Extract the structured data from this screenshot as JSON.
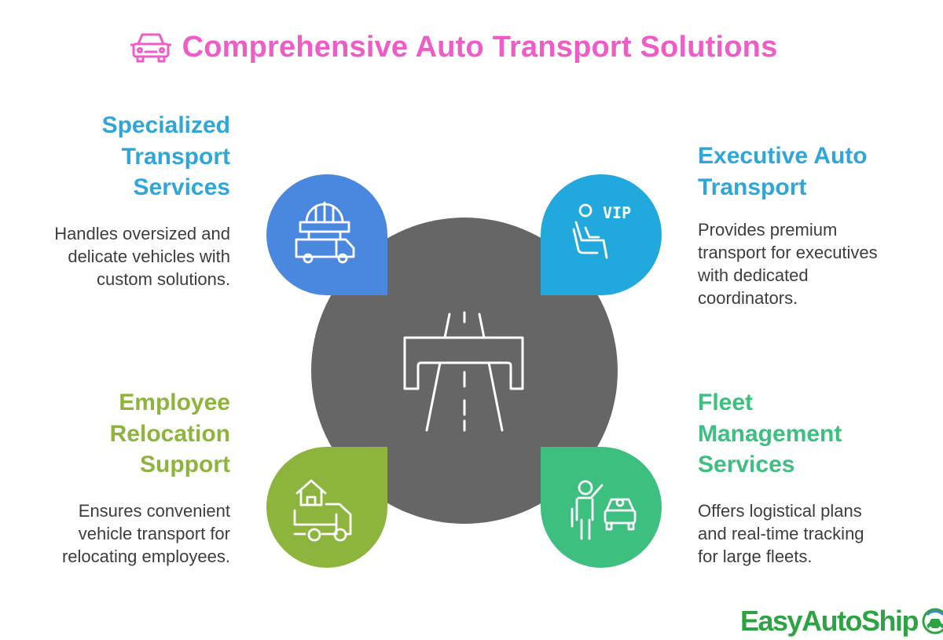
{
  "title": {
    "text": "Comprehensive Auto Transport Solutions",
    "icon": "car-front-icon",
    "color": "#ee5cc7"
  },
  "center": {
    "icon": "highway-overpass-icon",
    "color": "#666666"
  },
  "quadrants": [
    {
      "heading": [
        "Specialized",
        "Transport",
        "Services"
      ],
      "description": [
        "Handles oversized and",
        "delicate vehicles with",
        "custom solutions."
      ],
      "icon": "oversized-truck-icon",
      "color": "#4a87de",
      "heading_color": "#2fa6da"
    },
    {
      "heading": [
        "Executive Auto",
        "Transport"
      ],
      "description": [
        "Provides premium",
        "transport for executives",
        "with dedicated",
        "coordinators."
      ],
      "icon": "vip-seat-icon",
      "icon_text": "VIP",
      "color": "#21a8dc",
      "heading_color": "#2fa6da"
    },
    {
      "heading": [
        "Employee",
        "Relocation",
        "Support"
      ],
      "description": [
        "Ensures convenient",
        "vehicle transport for",
        "relocating employees."
      ],
      "icon": "moving-truck-home-icon",
      "color": "#8db43c",
      "heading_color": "#8db43c"
    },
    {
      "heading": [
        "Fleet",
        "Management",
        "Services"
      ],
      "description": [
        "Offers logistical plans",
        "and real-time tracking",
        "for large fleets."
      ],
      "icon": "fleet-manager-icon",
      "color": "#3dbf80",
      "heading_color": "#3dbf80"
    }
  ],
  "brand": {
    "name": "EasyAutoShip",
    "icon": "globe-car-icon",
    "color": "#2ea343"
  }
}
